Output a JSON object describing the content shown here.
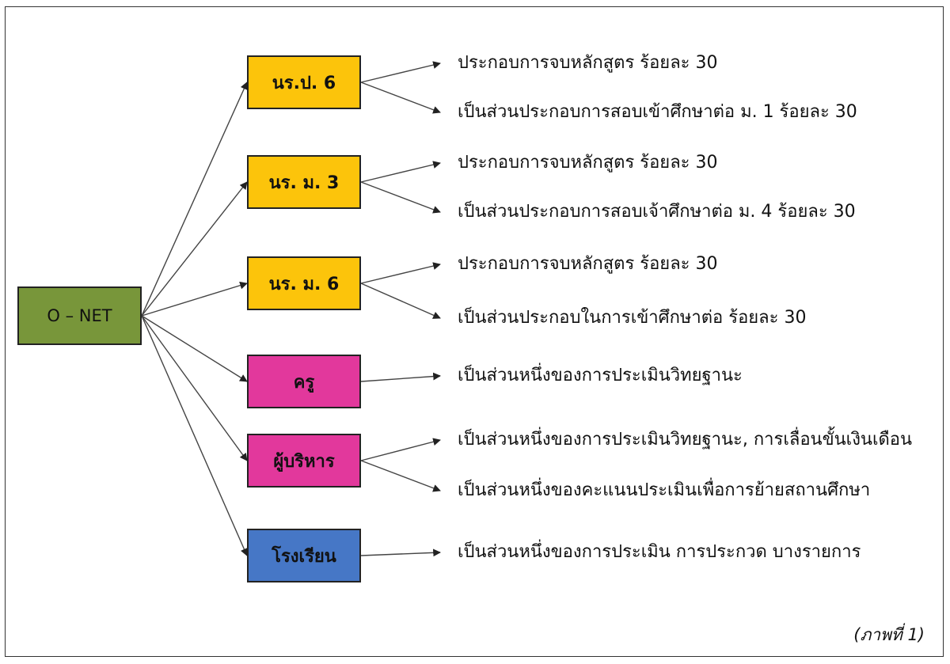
{
  "colors": {
    "yellow": "#fcc40b",
    "green": "#78963a",
    "magenta": "#e2389c",
    "blue": "#4677c6",
    "line": "#444444"
  },
  "root": {
    "label": "O – NET"
  },
  "children": [
    {
      "label": "นร.ป. 6",
      "color": "yellow",
      "outputs": [
        "ประกอบการจบหลักสูตร ร้อยละ 30",
        "เป็นส่วนประกอบการสอบเข้าศึกษาต่อ ม. 1  ร้อยละ 30"
      ]
    },
    {
      "label": "นร. ม. 3",
      "color": "yellow",
      "outputs": [
        "ประกอบการจบหลักสูตร ร้อยละ 30",
        "เป็นส่วนประกอบการสอบเจ้าศึกษาต่อ ม. 4  ร้อยละ 30"
      ]
    },
    {
      "label": "นร. ม. 6",
      "color": "yellow",
      "outputs": [
        "ประกอบการจบหลักสูตร ร้อยละ 30",
        "เป็นส่วนประกอบในการเข้าศึกษาต่อ  ร้อยละ 30"
      ]
    },
    {
      "label": "ครู",
      "color": "magenta",
      "outputs": [
        "เป็นส่วนหนึ่งของการประเมินวิทยฐานะ"
      ]
    },
    {
      "label": "ผู้บริหาร",
      "color": "magenta",
      "outputs": [
        "เป็นส่วนหนึ่งของการประเมินวิทยฐานะ, การเลื่อนขั้นเงินเดือน",
        "เป็นส่วนหนึ่งของคะแนนประเมินเพื่อการย้ายสถานศึกษา"
      ]
    },
    {
      "label": "โรงเรียน",
      "color": "blue",
      "outputs": [
        "เป็นส่วนหนึ่งของการประเมิน การประกวด บางรายการ"
      ]
    }
  ],
  "caption": "(ภาพที่ 1)"
}
